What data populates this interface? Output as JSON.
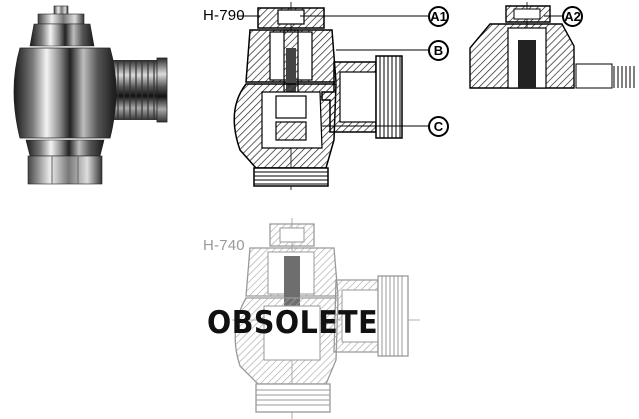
{
  "colors": {
    "ink": "#000000",
    "faded_ink": "#9a9a9a",
    "hatch": "#333333",
    "chrome_dark": "#1e1e1e",
    "chrome_light": "#f0f0f0",
    "background": "#ffffff"
  },
  "models": {
    "top": "H-790",
    "bottom": "H-740"
  },
  "callouts": {
    "a1": "A1",
    "a2": "A2",
    "b": "B",
    "c": "C"
  },
  "stamp": {
    "text": "OBSOLETE"
  },
  "icons": {
    "photo": "chrome-angle-valve-photo",
    "section_top": "valve-cross-section-drawing",
    "detail": "cap-detail-drawing",
    "section_bottom": "obsolete-valve-cross-section-drawing"
  }
}
